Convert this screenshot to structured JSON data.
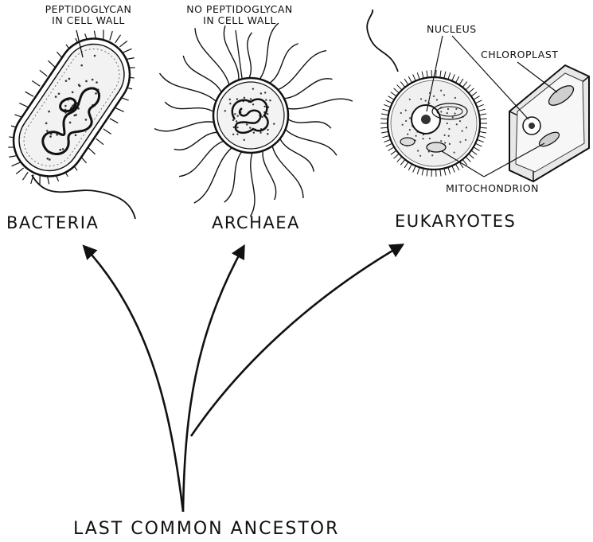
{
  "annotations": {
    "peptidoglycan_line1": "PEPTIDOGLYCAN",
    "peptidoglycan_line2": "IN CELL WALL",
    "no_peptidoglycan_line1": "NO PEPTIDOGLYCAN",
    "no_peptidoglycan_line2": "IN CELL WALL",
    "nucleus": "NUCLEUS",
    "chloroplast": "CHLOROPLAST",
    "mitochondrion": "MITOCHONDRION"
  },
  "domains": {
    "bacteria": "BACTERIA",
    "archaea": "ARCHAEA",
    "eukaryotes": "EUKARYOTES"
  },
  "root_label": "LAST COMMON ANCESTOR",
  "colors": {
    "ink": "#111111",
    "background": "#ffffff",
    "shade": "#d9d9d9"
  }
}
